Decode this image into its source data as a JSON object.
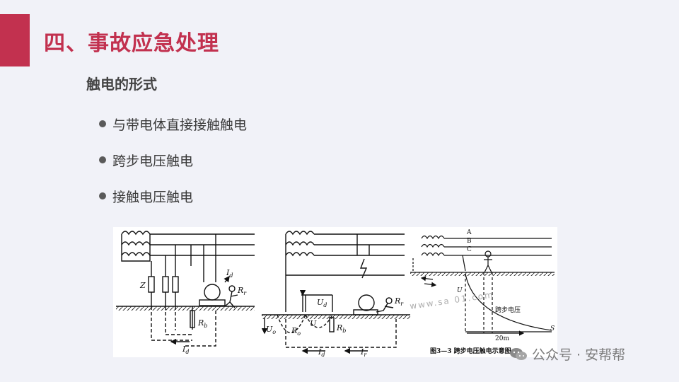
{
  "slide": {
    "title": "四、事故应急处理",
    "subtitle": "触电的形式",
    "bullets": [
      "与带电体直接接触触电",
      "跨步电压触电",
      "接触电压触电"
    ]
  },
  "colors": {
    "accent": "#c2314f",
    "background": "#f1f2f8",
    "text": "#3a3a3a"
  },
  "figure": {
    "panel1": {
      "labels": {
        "z": "Z",
        "id_top": "I",
        "id_top_sub": "d",
        "rr": "R",
        "rr_sub": "r",
        "rb": "R",
        "rb_sub": "b",
        "id_bottom": "I",
        "id_bottom_sub": "d"
      }
    },
    "panel2": {
      "labels": {
        "ud": "U",
        "ud_sub": "d",
        "u": "U",
        "uo": "U",
        "uo_sub": "o",
        "ro": "R",
        "ro_sub": "o",
        "rb": "R",
        "rb_sub": "b",
        "rr": "R",
        "rr_sub": "r",
        "id": "I",
        "id_sub": "d",
        "ir": "I",
        "ir_sub": "r"
      }
    },
    "panel3": {
      "labels": {
        "a": "A",
        "b": "B",
        "c": "C",
        "u": "U",
        "step": "跨步电压",
        "dist": "20m",
        "s": "S"
      },
      "caption": "图3—3  跨步电压触电示意图"
    },
    "site_watermark": "www.sa  01.com"
  },
  "watermark": {
    "text": "公众号 · 安帮帮",
    "icon": "wechat-icon"
  }
}
